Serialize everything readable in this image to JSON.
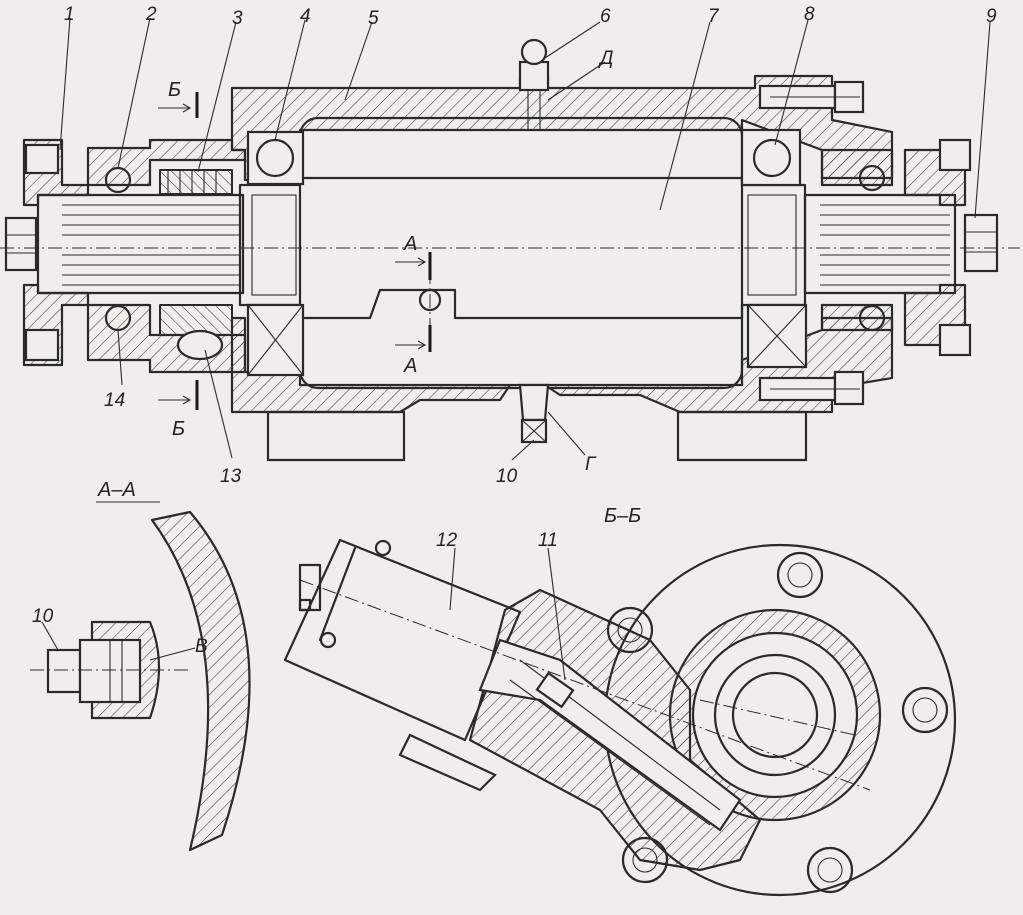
{
  "figure": {
    "callouts": [
      "1",
      "2",
      "3",
      "4",
      "5",
      "6",
      "Д",
      "7",
      "8",
      "9",
      "14",
      "13",
      "10",
      "Г",
      "12",
      "11",
      "10",
      "В"
    ],
    "section_marks": {
      "a_top": "А",
      "a_bottom": "А",
      "b_top": "Б",
      "b_bottom": "Б"
    },
    "section_titles": {
      "a": "А–А",
      "b": "Б–Б"
    }
  }
}
